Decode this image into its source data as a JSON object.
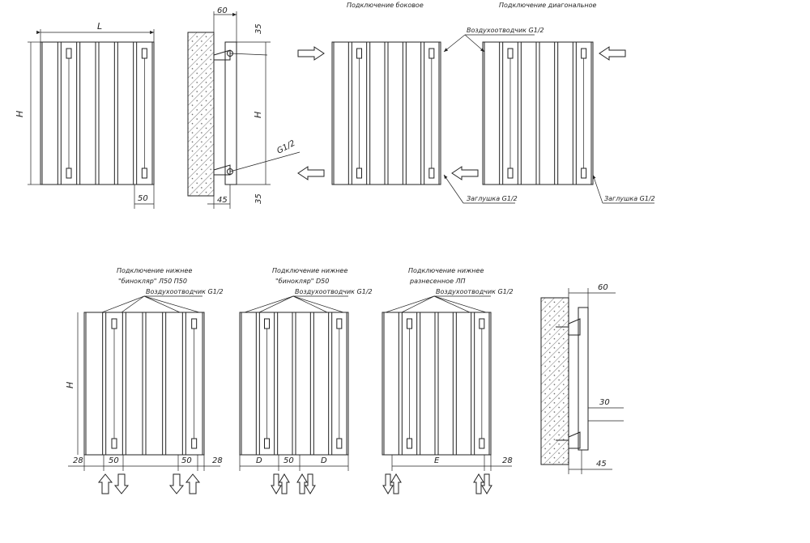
{
  "labels": {
    "side_connection": "Подключение боковое",
    "diagonal_connection": "Подключение диагональное",
    "air_vent_top1": "Воздухоотводчик G1/2",
    "plug_right1": "Заглушка G1/2",
    "plug_right2": "Заглушка G1/2",
    "g_thread": "G1/2",
    "bottom_binocular_l": "Подключение нижнее\n\"бинокляр\" Л50 П50",
    "bottom_binocular_d": "Подключение нижнее\n\"бинокляр\" D50",
    "bottom_spaced": "Подключение нижнее\nразнесенное ЛП",
    "air_vent_b1": "Воздухоотводчик G1/2",
    "air_vent_b2": "Воздухоотводчик G1/2",
    "air_vent_b3": "Воздухоотводчик G1/2"
  },
  "dims": {
    "L": "L",
    "H_front": "H",
    "H_side": "H",
    "H_bottom": "H",
    "d60_top": "60",
    "d35_top": "35",
    "d35_bot": "35",
    "d45_top": "45",
    "d50_top": "50",
    "d28_b1_left": "28",
    "d50_b1_left": "50",
    "d50_b1_right": "50",
    "d28_b1_right": "28",
    "dD_left": "D",
    "d50_b2": "50",
    "dD_right": "D",
    "dE": "E",
    "d28_b3": "28",
    "d60_side2": "60",
    "d30_side2": "30",
    "d45_side2": "45"
  },
  "icons": {
    "flow_arrow": "arrow-icon",
    "wall": "wall-hatch-icon",
    "bracket": "bracket-icon"
  }
}
